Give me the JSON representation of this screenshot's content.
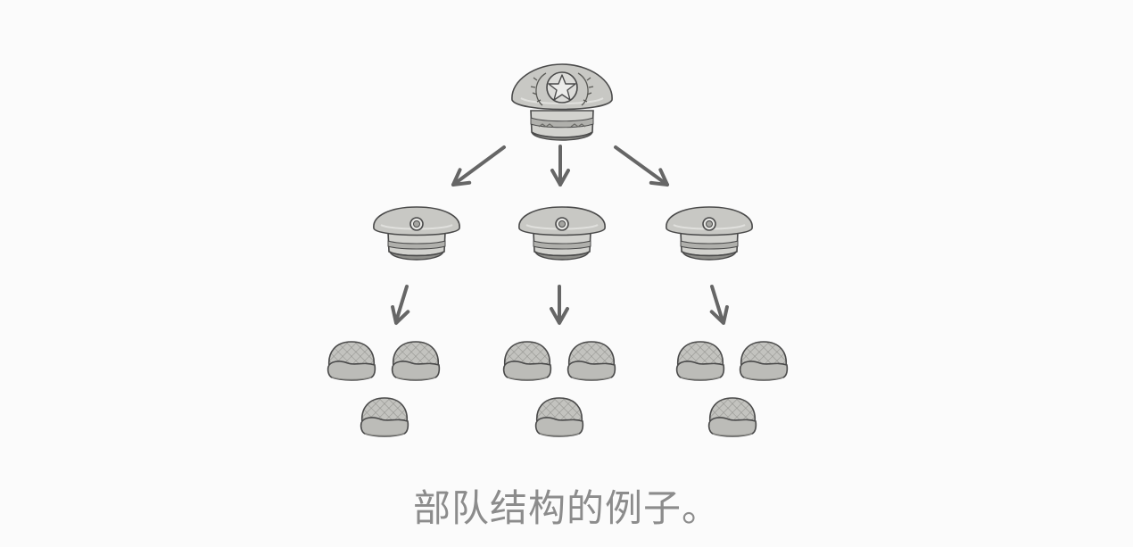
{
  "diagram": {
    "caption": "部队结构的例子。",
    "colors": {
      "stroke": "#4a4a4a",
      "hat_fill": "#c8c8c4",
      "hat_light": "#dededb",
      "hat_dark": "#a9a9a5",
      "arrow": "#666666"
    },
    "nodes": [
      {
        "id": "general",
        "icon": "general-peaked-cap-icon"
      },
      {
        "id": "officer-1",
        "icon": "officer-cap-icon"
      },
      {
        "id": "officer-2",
        "icon": "officer-cap-icon"
      },
      {
        "id": "officer-3",
        "icon": "officer-cap-icon"
      },
      {
        "id": "soldier-1-1",
        "icon": "soldier-helmet-icon"
      },
      {
        "id": "soldier-1-2",
        "icon": "soldier-helmet-icon"
      },
      {
        "id": "soldier-1-3",
        "icon": "soldier-helmet-icon"
      },
      {
        "id": "soldier-2-1",
        "icon": "soldier-helmet-icon"
      },
      {
        "id": "soldier-2-2",
        "icon": "soldier-helmet-icon"
      },
      {
        "id": "soldier-2-3",
        "icon": "soldier-helmet-icon"
      },
      {
        "id": "soldier-3-1",
        "icon": "soldier-helmet-icon"
      },
      {
        "id": "soldier-3-2",
        "icon": "soldier-helmet-icon"
      },
      {
        "id": "soldier-3-3",
        "icon": "soldier-helmet-icon"
      }
    ],
    "edges": [
      {
        "from": "general",
        "to": "officer-1"
      },
      {
        "from": "general",
        "to": "officer-2"
      },
      {
        "from": "general",
        "to": "officer-3"
      },
      {
        "from": "officer-1",
        "to": "squad-1"
      },
      {
        "from": "officer-2",
        "to": "squad-2"
      },
      {
        "from": "officer-3",
        "to": "squad-3"
      }
    ]
  }
}
